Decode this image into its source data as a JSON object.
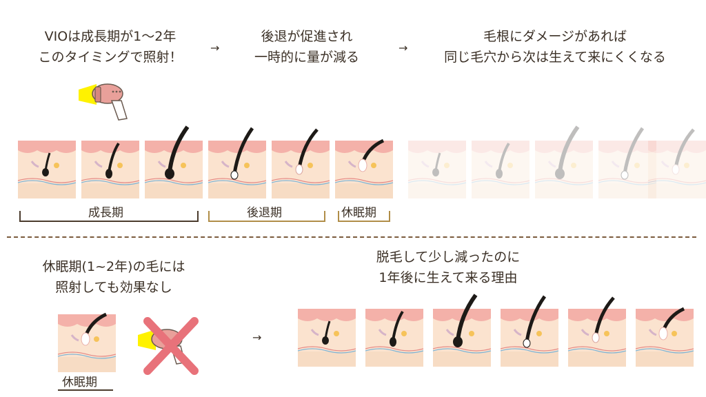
{
  "top": {
    "caption1": [
      "VIOは成長期が1〜2年",
      "このタイミングで照射！"
    ],
    "caption2": [
      "後退が促進され",
      "一時的に量が減る"
    ],
    "caption3": [
      "毛根にダメージがあれば",
      "同じ毛穴から次は生えて来にくくなる"
    ],
    "arrow": "→",
    "labels": {
      "growth": "成長期",
      "regression": "後退期",
      "rest": "休眠期"
    }
  },
  "bottom": {
    "left_caption": [
      "休眠期(1~2年)の毛には",
      "照射しても効果なし"
    ],
    "rest_label": "休眠期",
    "right_caption": [
      "脱毛して少し減ったのに",
      "1年後に生えて来る理由"
    ],
    "arrow": "→"
  },
  "colors": {
    "skin_top": "#f4b1a9",
    "skin_mid": "#fbe3cf",
    "skin_low": "#f7dcc4",
    "hair": "#1d1a17",
    "cross": "#e8727a",
    "bracket_gold": "#b08d47"
  }
}
